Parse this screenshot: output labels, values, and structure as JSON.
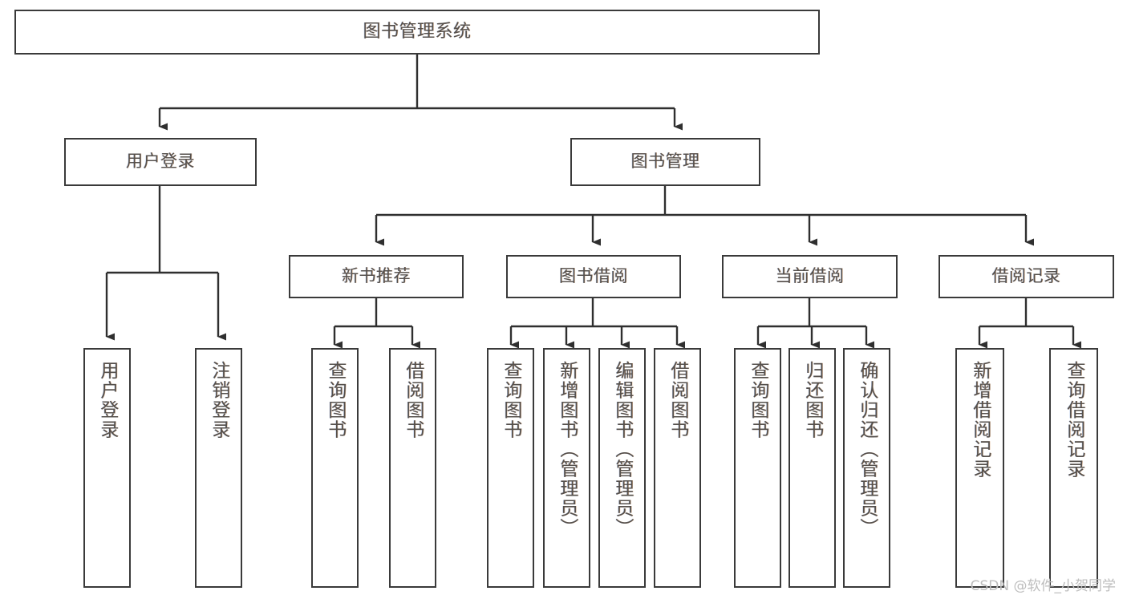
{
  "diagram": {
    "title": "图书管理系统",
    "type": "tree-hierarchy",
    "watermark": "CSDN @软件_小贺同学",
    "colors": {
      "background": "#ffffff",
      "box_border": "#3a3a3a",
      "box_fill": "#ffffff",
      "text": "#55504c",
      "edge": "#2f2f2f",
      "watermark": "#bdbdbd"
    },
    "levels": {
      "root": "图书管理系统",
      "level2": [
        "用户登录",
        "图书管理"
      ],
      "level3": [
        "新书推荐",
        "图书借阅",
        "当前借阅",
        "借阅记录"
      ]
    },
    "nodes": {
      "root": {
        "label": "图书管理系统"
      },
      "user_login": {
        "label": "用户登录"
      },
      "book_manage": {
        "label": "图书管理"
      },
      "new_book_rec": {
        "label": "新书推荐"
      },
      "book_borrow": {
        "label": "图书借阅"
      },
      "current_borrow": {
        "label": "当前借阅"
      },
      "borrow_record": {
        "label": "借阅记录"
      },
      "leaf_user_login": {
        "label": "用户登录"
      },
      "leaf_user_logout": {
        "label": "注销登录"
      },
      "leaf_query_book_1": {
        "label": "查询图书"
      },
      "leaf_borrow_book_1": {
        "label": "借阅图书"
      },
      "leaf_query_book_2": {
        "label": "查询图书"
      },
      "leaf_add_book": {
        "label": "新增图书（管理员）"
      },
      "leaf_edit_book": {
        "label": "编辑图书（管理员）"
      },
      "leaf_borrow_book_2": {
        "label": "借阅图书"
      },
      "leaf_query_book_3": {
        "label": "查询图书"
      },
      "leaf_return_book": {
        "label": "归还图书"
      },
      "leaf_confirm_return": {
        "label": "确认归还（管理员）"
      },
      "leaf_add_record": {
        "label": "新增借阅记录"
      },
      "leaf_query_record": {
        "label": "查询借阅记录"
      }
    }
  }
}
